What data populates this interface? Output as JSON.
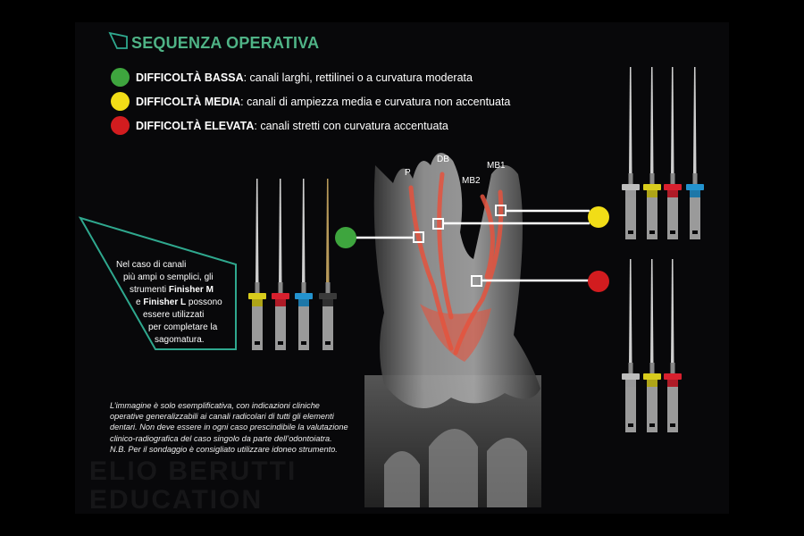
{
  "title": "SEQUENZA OPERATIVA",
  "legend": [
    {
      "level": "DIFFICOLTÀ BASSA",
      "desc": ": canali larghi, rettilinei o a curvatura moderata",
      "color": "#3ea53e"
    },
    {
      "level": "DIFFICOLTÀ MEDIA",
      "desc": ": canali di ampiezza media e curvatura non accentuata",
      "color": "#f1dd17"
    },
    {
      "level": "DIFFICOLTÀ ELEVATA",
      "desc": ": canali stretti con curvatura accentuata",
      "color": "#d21c1f"
    }
  ],
  "note": {
    "line1": "Nel caso di canali",
    "line2": "più ampi o semplici, gli",
    "line3_pre": "strumenti ",
    "finisher_m": "Finisher M",
    "line4_pre": "e ",
    "finisher_l": "Finisher L",
    "line4_post": " possono",
    "line5": "essere utilizzati",
    "line6": "per completare la",
    "line7": "sagomatura."
  },
  "root_labels": {
    "p": "P",
    "db": "DB",
    "mb2": "MB2",
    "mb1": "MB1"
  },
  "disclaimer": "L’immagine è solo esemplificativa, con indicazioni cliniche operative generalizzabili ai canali radicolari di tutti gli elementi dentari. Non deve essere in ogni caso prescindibile la valutazione clinico-radiografica del caso singolo da parte dell’odontoiatra.",
  "disclaimer_nb": "N.B. Per il sondaggio è consigliato utilizzare idoneo strumento.",
  "watermark": {
    "line1": "ELIO BERUTTI",
    "line2": "EDUCATION"
  },
  "instrument_sets": {
    "finisher": [
      "#d8cc1c",
      "#d8202e",
      "#2393cf",
      "#3a3a3a"
    ],
    "medium": [
      "#bdbdbd",
      "#d8cc1c",
      "#d8202e",
      "#2393cf"
    ],
    "high": [
      "#bdbdbd",
      "#d8cc1c",
      "#d8202e"
    ]
  },
  "accent": "#2fa88e"
}
